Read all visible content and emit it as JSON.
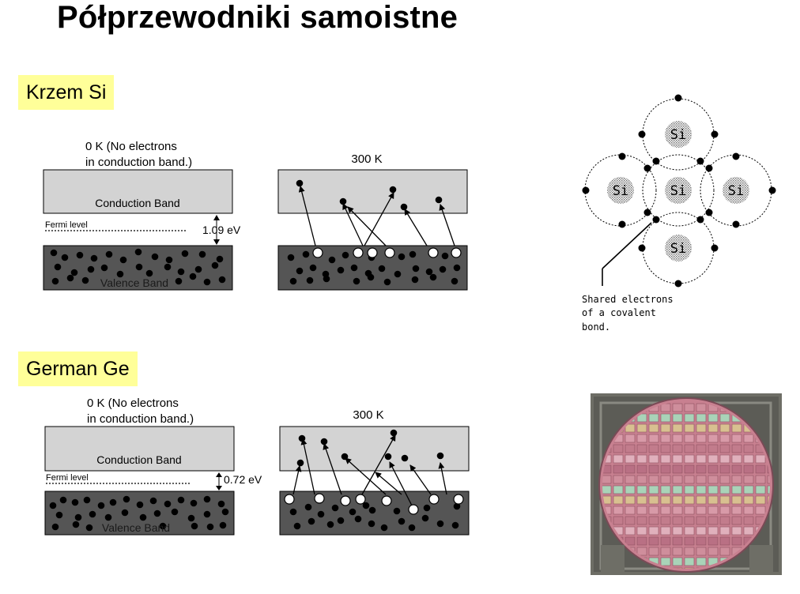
{
  "title": "Półprzewodniki samoistne",
  "sections": [
    {
      "label": "Krzem Si",
      "cold_caption_line1": "0 K (No electrons",
      "cold_caption_line2": "in conduction band.)",
      "hot_caption": "300 K",
      "conduction_band": "Conduction Band",
      "valence_band": "Valence Band",
      "fermi_level": "Fermi level",
      "gap": "1.09 eV"
    },
    {
      "label": "German Ge",
      "cold_caption_line1": "0 K (No electrons",
      "cold_caption_line2": "in conduction band.)",
      "hot_caption": "300 K",
      "conduction_band": "Conduction Band",
      "valence_band": "Valence Band",
      "fermi_level": "Fermi level",
      "gap": "0.72 eV"
    }
  ],
  "lattice": {
    "atom_label": "Si",
    "note_line1": "Shared electrons",
    "note_line2": "of a covalent",
    "note_line3": "bond."
  },
  "colors": {
    "label_bg": "#ffff99",
    "conduction_band": "#d3d3d3",
    "valence_band": "#555555",
    "wafer_pink": "#c88090",
    "wafer_tray": "#6e6e66"
  }
}
